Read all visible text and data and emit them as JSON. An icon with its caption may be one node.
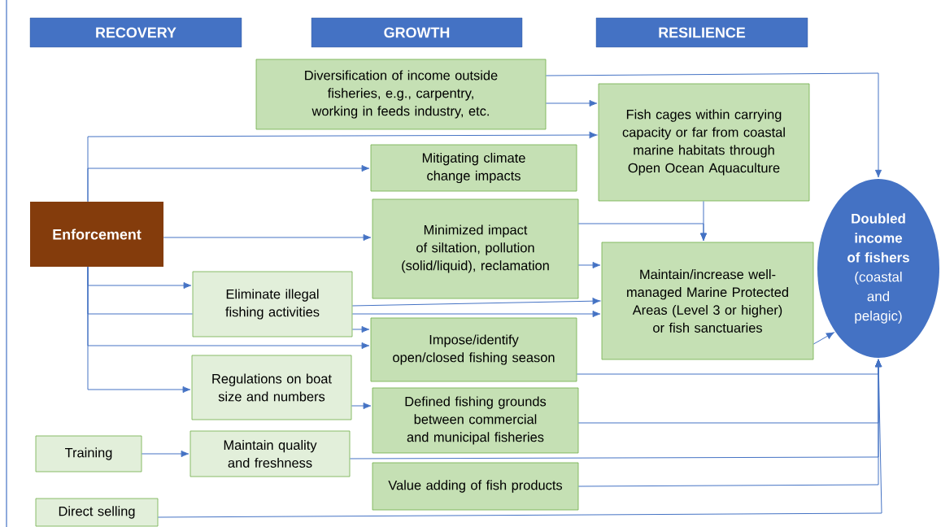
{
  "diagram": {
    "nodes": [
      {
        "text": [
          "RECOVERY"
        ]
      },
      {
        "text": [
          "GROWTH"
        ]
      },
      {
        "text": [
          "RESILIENCE"
        ]
      },
      {
        "text": [
          "Diversification of income outside fisheries, e.g., carpentry, working in feeds industry, etc."
        ]
      },
      {
        "text": [
          "Fish cages within carrying capacity or far from coastal marine habitats through Open Ocean Aquaculture"
        ]
      },
      {
        "text": [
          "Enforcement"
        ]
      },
      {
        "text": [
          "Mitigating climate change impacts"
        ]
      },
      {
        "text": [
          "Minimized impact of siltation, pollution (solid/liquid), reclamation"
        ]
      },
      {
        "text": [
          "Maintain/increase well-managed Marine Protected Areas (Level 3 or higher) or fish sanctuaries"
        ]
      },
      {
        "text": [
          "Eliminate illegal fishing activities"
        ]
      },
      {
        "text": [
          "Impose/identify open/closed fishing season"
        ]
      },
      {
        "text": [
          "Regulations on boat size and numbers"
        ]
      },
      {
        "text": [
          "Defined fishing grounds between commercial and municipal fisheries"
        ]
      },
      {
        "text": [
          "Training"
        ]
      },
      {
        "text": [
          "Maintain quality and freshness"
        ]
      },
      {
        "text": [
          "Value adding of fish products"
        ]
      },
      {
        "text": [
          "Direct selling"
        ]
      },
      {
        "text": [
          "Doubled income of fishers",
          "(coastal and pelagic)"
        ]
      }
    ],
    "edges": [
      {
        "from": 3,
        "to": 17,
        "arrow": "to"
      },
      {
        "from": 3,
        "to": 4,
        "arrow": "to"
      },
      {
        "from": 5,
        "to": 4,
        "arrow": "to"
      },
      {
        "from": 5,
        "to": 6,
        "arrow": "to"
      },
      {
        "from": 5,
        "to": 7,
        "arrow": "to"
      },
      {
        "from": 5,
        "to": 9,
        "arrow": "to"
      },
      {
        "from": 5,
        "to": 9,
        "arrow": "none"
      },
      {
        "from": 9,
        "to": 8,
        "arrow": "to"
      },
      {
        "from": 9,
        "to": 8,
        "arrow": "to"
      },
      {
        "from": 9,
        "to": 10,
        "arrow": "to"
      },
      {
        "from": 5,
        "to": 10,
        "arrow": "to"
      },
      {
        "from": 5,
        "to": 11,
        "arrow": "to"
      },
      {
        "from": 11,
        "to": 12,
        "arrow": "to"
      },
      {
        "from": 13,
        "to": 14,
        "arrow": "to"
      },
      {
        "from": 4,
        "to": 8,
        "arrow": "to"
      },
      {
        "from": 7,
        "to": 8,
        "arrow": "to"
      },
      {
        "from": 7,
        "to": 8,
        "arrow": "to"
      },
      {
        "from": 8,
        "to": 17,
        "arrow": "to"
      },
      {
        "from": 10,
        "to": 17,
        "arrow": "to"
      },
      {
        "from": 12,
        "to": 17,
        "arrow": "to"
      },
      {
        "from": 14,
        "to": 17,
        "arrow": "to"
      },
      {
        "from": 15,
        "to": 17,
        "arrow": "to"
      },
      {
        "from": 16,
        "to": 17,
        "arrow": "to"
      }
    ]
  }
}
